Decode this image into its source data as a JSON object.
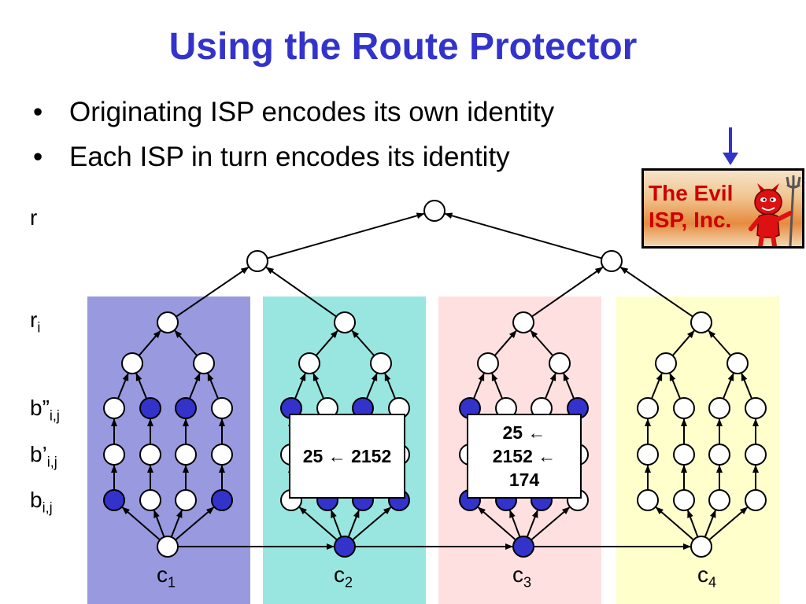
{
  "title": "Using the Route Protector",
  "bullets": [
    "Originating ISP encodes its own identity",
    "Each ISP in turn encodes its identity"
  ],
  "levels": {
    "r": {
      "base": "r",
      "sub": ""
    },
    "ri": {
      "base": "r",
      "sub": "i"
    },
    "b2": {
      "base": "b”",
      "sub": "i,j"
    },
    "b1": {
      "base": "b’",
      "sub": "i,j"
    },
    "b0": {
      "base": "b",
      "sub": "i,j"
    }
  },
  "clients": [
    {
      "base": "c",
      "sub": "1"
    },
    {
      "base": "c",
      "sub": "2"
    },
    {
      "base": "c",
      "sub": "3"
    },
    {
      "base": "c",
      "sub": "4"
    }
  ],
  "encodings": {
    "c2": "25 ← 2152",
    "c3": "25 ←\n2152 ←\n174"
  },
  "evil_isp": {
    "label": "The Evil\nISP, Inc."
  },
  "icons": {
    "pointer": "down-arrow-icon",
    "mascot": "devil-icon"
  },
  "colors": {
    "title": "#3333cc",
    "node_filled": "#3333cc",
    "panels": [
      "#9999e0",
      "#99e6e0",
      "#ffe0e0",
      "#ffffcc"
    ],
    "evil_text": "#cc0000"
  },
  "highlighted": {
    "b0": [
      [
        0,
        3
      ],
      [
        1,
        2,
        3
      ],
      [
        0,
        1,
        2
      ],
      []
    ],
    "b2": [
      [
        1,
        2
      ],
      [
        0,
        2
      ],
      [
        0,
        3
      ],
      []
    ],
    "c": [
      false,
      true,
      true,
      false
    ]
  }
}
